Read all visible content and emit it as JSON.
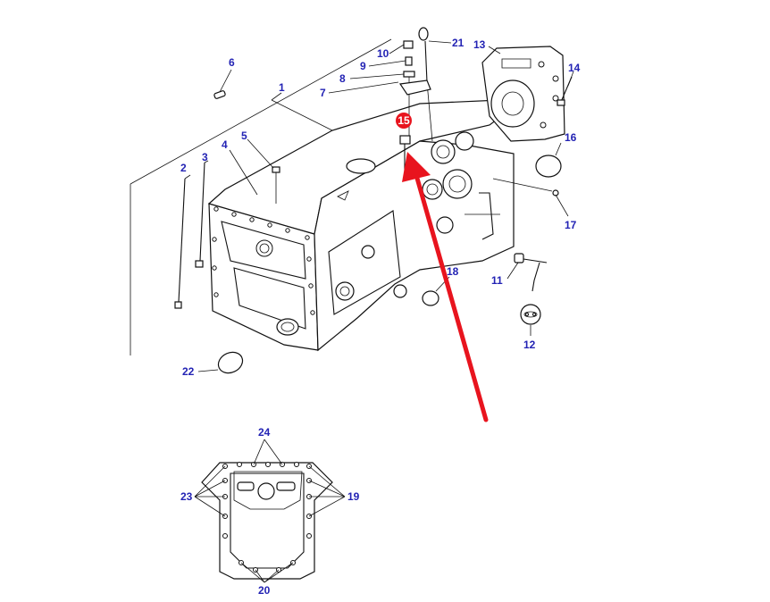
{
  "colors": {
    "callout_text": "#2323b4",
    "line": "#111111",
    "highlight": "#e8141e",
    "highlight_text": "#ffffff"
  },
  "callouts": {
    "c1": "1",
    "c2": "2",
    "c3": "3",
    "c4": "4",
    "c5": "5",
    "c6": "6",
    "c7": "7",
    "c8": "8",
    "c9": "9",
    "c10": "10",
    "c11": "11",
    "c12": "12",
    "c13": "13",
    "c14": "14",
    "c16": "16",
    "c17": "17",
    "c18": "18",
    "c19": "19",
    "c20": "20",
    "c21": "21",
    "c22": "22",
    "c23": "23",
    "c24": "24"
  },
  "highlight": {
    "label": "15"
  }
}
